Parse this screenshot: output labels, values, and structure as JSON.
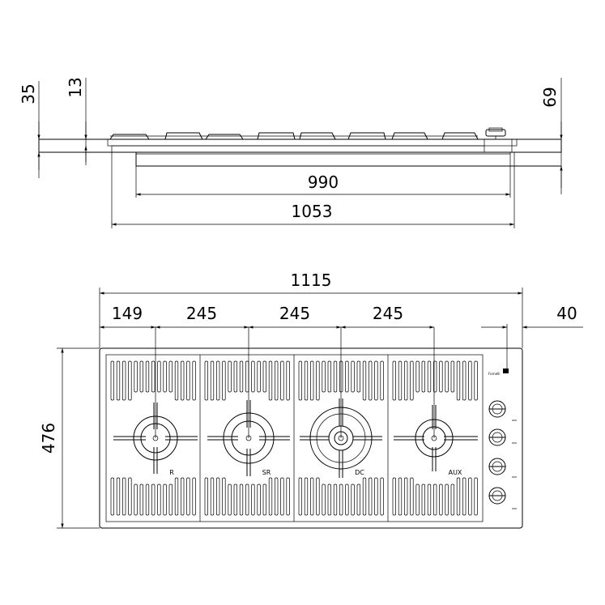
{
  "side_view": {
    "dims": {
      "height_total": "35",
      "height_top": "13",
      "height_under": "69",
      "cutout_width": "990",
      "body_width": "1053"
    }
  },
  "top_view": {
    "dims": {
      "overall_width": "1115",
      "first_burner": "149",
      "spacing_1": "245",
      "spacing_2": "245",
      "spacing_3": "245",
      "control_offset": "40",
      "depth": "476"
    },
    "burners": [
      {
        "label": "R"
      },
      {
        "label": "SR"
      },
      {
        "label": "DC"
      },
      {
        "label": "AUX"
      }
    ],
    "brand": "Fornelli",
    "knob_count": 4
  }
}
